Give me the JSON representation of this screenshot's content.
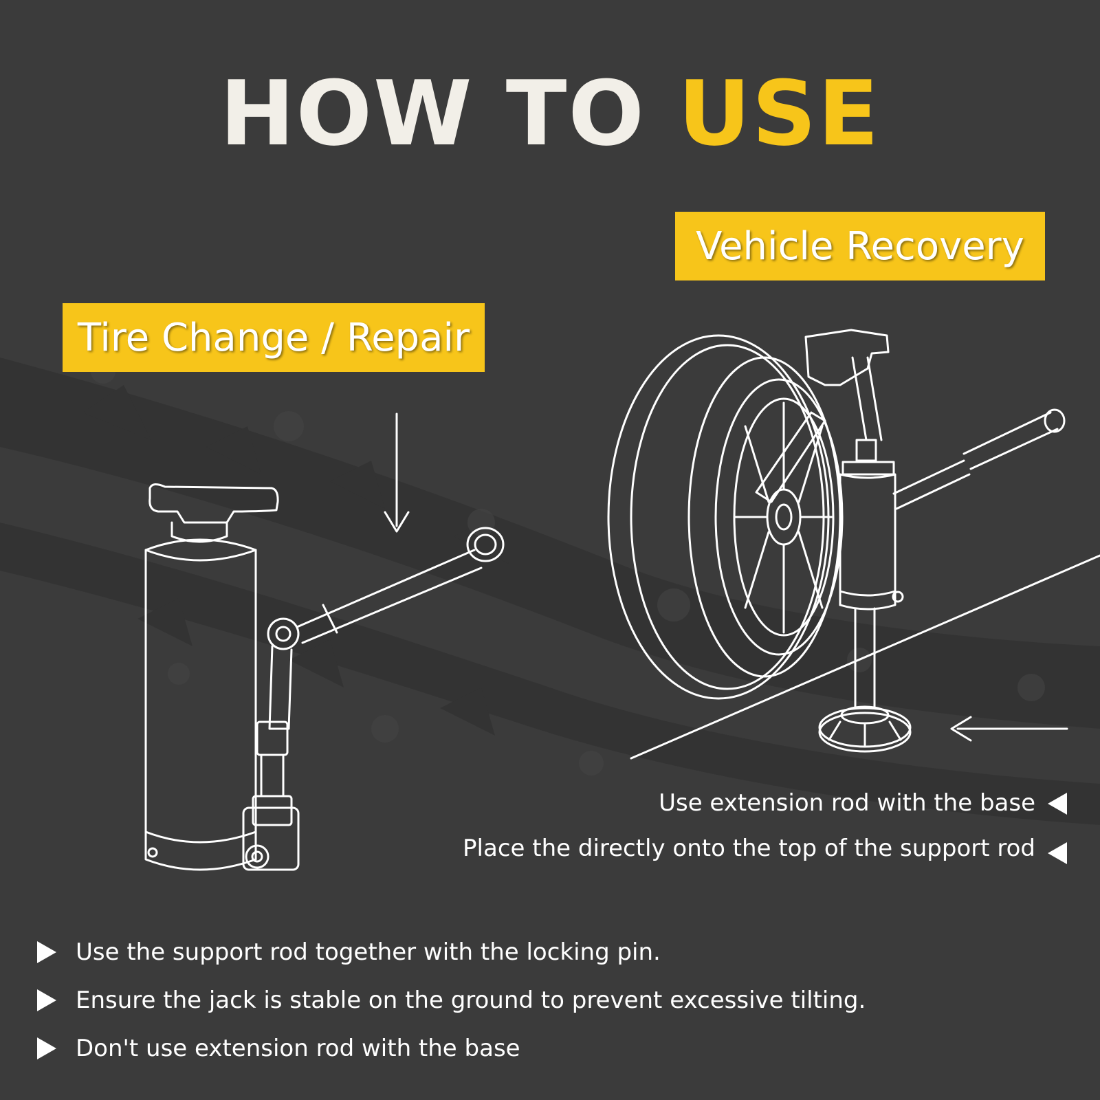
{
  "title": {
    "part1": "HOW TO",
    "part2": "USE"
  },
  "colors": {
    "background": "#3b3b3b",
    "accent": "#f7c51a",
    "text": "#ffffff"
  },
  "left_section": {
    "label": "Tire Change / Repair"
  },
  "right_section": {
    "label": "Vehicle Recovery",
    "notes": [
      "Use extension rod with the base",
      "Place the directly onto the top of the support rod"
    ]
  },
  "instructions": [
    "Use the support rod together with the locking pin.",
    "Ensure the jack is stable on the ground to prevent excessive tilting.",
    "Don't use extension rod with the base"
  ],
  "icons": {
    "bottle_jack": "bottle-jack-illustration",
    "wheel": "wheel-illustration",
    "jack_stand": "jack-stand-illustration"
  }
}
